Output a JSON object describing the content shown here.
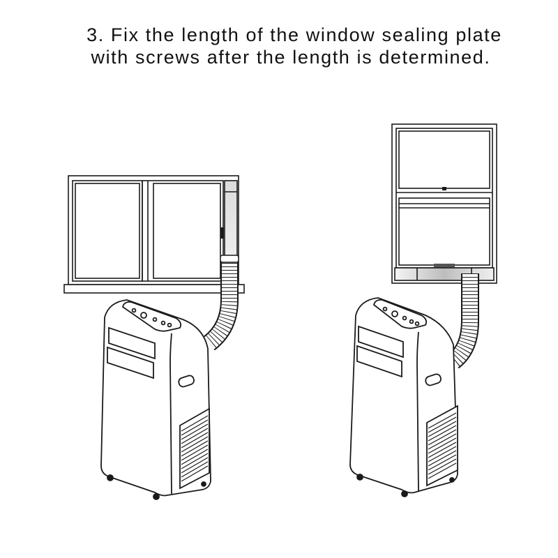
{
  "instruction": {
    "line1": "3. Fix the length of the window sealing plate",
    "line2": "with screws after the length is determined."
  },
  "illustrations": [
    {
      "name": "sliding-window-installation",
      "window_type": "horizontal sliding window"
    },
    {
      "name": "hung-window-installation",
      "window_type": "vertical sliding window"
    }
  ],
  "colors": {
    "line": "#1a1a1a",
    "panel": "#e6e6e6",
    "plate_dark": "#555555"
  }
}
